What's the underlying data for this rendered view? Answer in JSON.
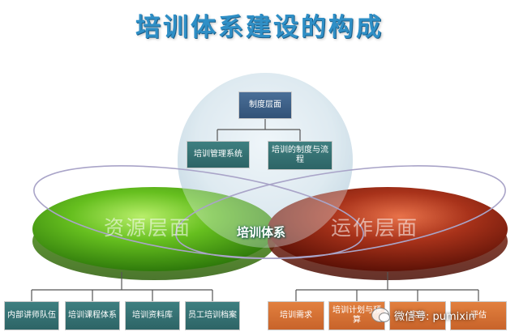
{
  "title": "培训体系建设的构成",
  "top": {
    "head": "制度层面",
    "left": "培训管理系统",
    "right": "培训的制度与流程"
  },
  "left": {
    "label": "资源层面",
    "items": [
      "内部讲师队伍",
      "培训课程体系",
      "培训资料库",
      "员工培训档案"
    ]
  },
  "right": {
    "label": "运作层面",
    "items": [
      "培训需求",
      "培训计划与预算",
      "实施",
      "评估"
    ]
  },
  "center": "培训体系",
  "watermark": "微信号: pumixin",
  "colors": {
    "title": "#2f8fc6",
    "resource_green": "#5fb51e",
    "operation_red": "#a8321a",
    "teal_box": "#3e7f80",
    "blue_box": "#4a6f98",
    "orange_box": "#e2803f"
  }
}
